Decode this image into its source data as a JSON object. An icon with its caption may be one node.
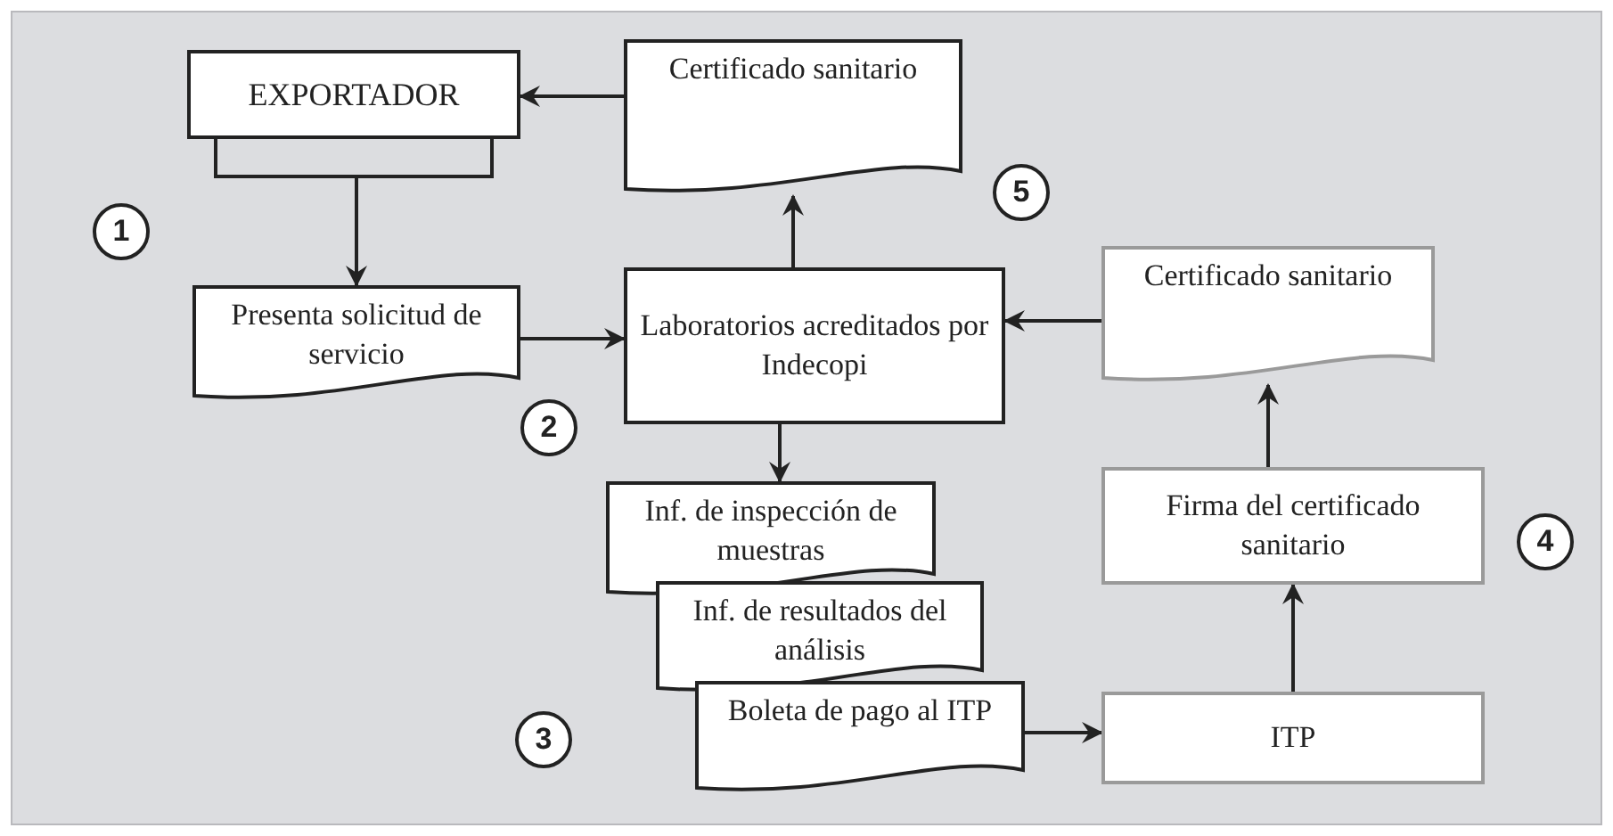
{
  "diagram": {
    "nodes": [
      {
        "text": [
          "EXPORTADOR"
        ]
      },
      {
        "text": [
          "Certificado sanitario"
        ]
      },
      {
        "text": [
          "5"
        ]
      },
      {
        "text": [
          "1"
        ]
      },
      {
        "text": [
          "Presenta solicitud de servicio"
        ]
      },
      {
        "text": [
          "Laboratorios acreditados por Indecopi"
        ]
      },
      {
        "text": [
          "Certificado sanitario"
        ]
      },
      {
        "text": [
          "2"
        ]
      },
      {
        "text": [
          "Inf. de inspección de muestras"
        ]
      },
      {
        "text": [
          "Firma del certificado sanitario"
        ]
      },
      {
        "text": [
          "4"
        ]
      },
      {
        "text": [
          "Inf. de resultados del análisis"
        ]
      },
      {
        "text": [
          "3"
        ]
      },
      {
        "text": [
          "Boleta de pago al ITP"
        ]
      },
      {
        "text": [
          "ITP"
        ]
      }
    ],
    "edges": [
      {
        "from": 1,
        "to": 0,
        "arrow": "to"
      },
      {
        "from": 0,
        "to": 4,
        "arrow": "to"
      },
      {
        "from": 4,
        "to": 5,
        "arrow": "to"
      },
      {
        "from": 5,
        "to": 1,
        "arrow": "to"
      },
      {
        "from": 6,
        "to": 5,
        "arrow": "to"
      },
      {
        "from": 5,
        "to": 8,
        "arrow": "to"
      },
      {
        "from": 13,
        "to": 14,
        "arrow": "to"
      },
      {
        "from": 14,
        "to": 9,
        "arrow": "to"
      },
      {
        "from": 9,
        "to": 6,
        "arrow": "to"
      }
    ]
  }
}
